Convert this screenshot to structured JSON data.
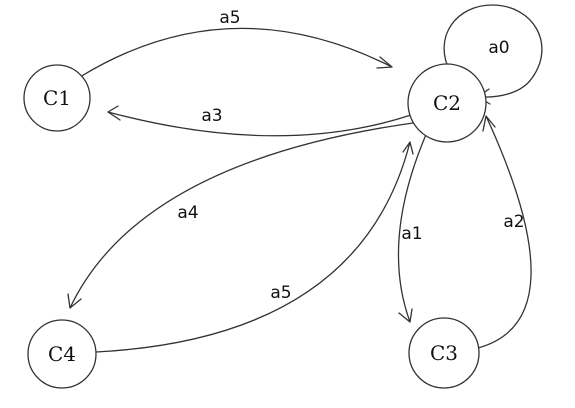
{
  "nodes": [
    {
      "id": "C1",
      "label": "C1"
    },
    {
      "id": "C2",
      "label": "C2"
    },
    {
      "id": "C3",
      "label": "C3"
    },
    {
      "id": "C4",
      "label": "C4"
    }
  ],
  "edges": [
    {
      "from": "C2",
      "to": "C2",
      "label": "a0"
    },
    {
      "from": "C2",
      "to": "C3",
      "label": "a1"
    },
    {
      "from": "C3",
      "to": "C2",
      "label": "a2"
    },
    {
      "from": "C2",
      "to": "C1",
      "label": "a3"
    },
    {
      "from": "C2",
      "to": "C4",
      "label": "a4"
    },
    {
      "from": "C1",
      "to": "C2",
      "label": "a5"
    },
    {
      "from": "C4",
      "to": "C2",
      "label": "a5"
    }
  ]
}
